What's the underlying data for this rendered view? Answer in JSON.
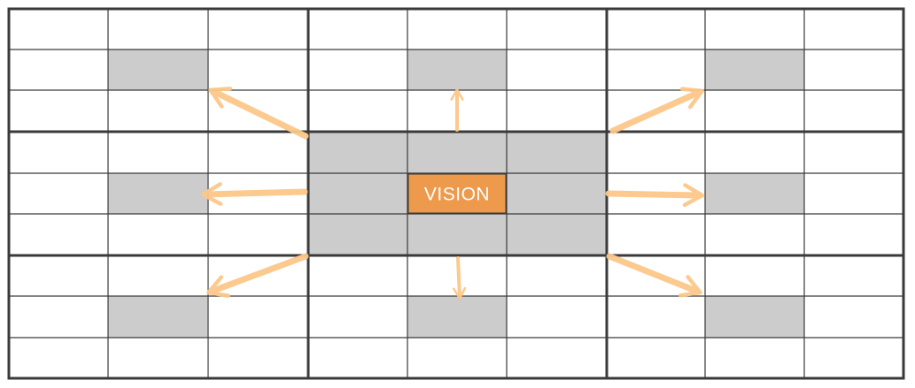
{
  "diagram": {
    "center_label": "VISION",
    "grid": {
      "rows": 9,
      "cols": 9,
      "block_size": 3
    },
    "colors": {
      "background": "#ffffff",
      "cell_fill": "#ffffff",
      "grid_line": "#3a3a3a",
      "highlight_fill": "#cccccc",
      "center_fill": "#ee9a4c",
      "center_text": "#ffffff",
      "arrow": "#fcc88a"
    },
    "highlighted_cells": [
      [
        1,
        1
      ],
      [
        1,
        4
      ],
      [
        1,
        7
      ],
      [
        3,
        3
      ],
      [
        3,
        4
      ],
      [
        3,
        5
      ],
      [
        4,
        1
      ],
      [
        4,
        3
      ],
      [
        4,
        5
      ],
      [
        4,
        7
      ],
      [
        5,
        3
      ],
      [
        5,
        4
      ],
      [
        5,
        5
      ],
      [
        7,
        1
      ],
      [
        7,
        4
      ],
      [
        7,
        7
      ]
    ],
    "center_cell": [
      4,
      4
    ],
    "arrows": [
      {
        "direction": "up-left"
      },
      {
        "direction": "up"
      },
      {
        "direction": "up-right"
      },
      {
        "direction": "left"
      },
      {
        "direction": "right"
      },
      {
        "direction": "down-left"
      },
      {
        "direction": "down"
      },
      {
        "direction": "down-right"
      }
    ]
  }
}
